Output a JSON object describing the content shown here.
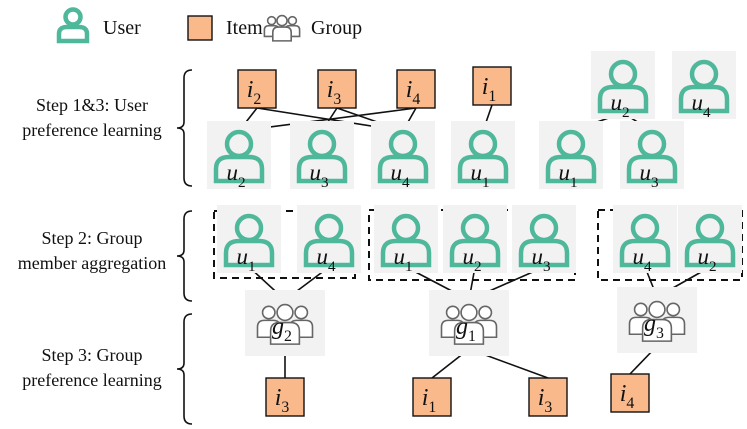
{
  "legend": [
    {
      "kind": "user",
      "label": "User"
    },
    {
      "kind": "item",
      "label": "Item"
    },
    {
      "kind": "group",
      "label": "Group"
    }
  ],
  "steps": [
    {
      "lines": [
        "Step 1&3: User",
        "preference learning"
      ]
    },
    {
      "lines": [
        "Step 2: Group",
        "member aggregation"
      ]
    },
    {
      "lines": [
        "Step 3: Group",
        "preference learning"
      ]
    }
  ],
  "colors": {
    "user": "#4fb89a",
    "item": "#f9b98a",
    "group": "#666666"
  },
  "nodes": [
    {
      "id": "a_i2",
      "kind": "item",
      "sym": "i",
      "sub": "2"
    },
    {
      "id": "a_i3",
      "kind": "item",
      "sym": "i",
      "sub": "3"
    },
    {
      "id": "a_i4",
      "kind": "item",
      "sym": "i",
      "sub": "4"
    },
    {
      "id": "a_i1",
      "kind": "item",
      "sym": "i",
      "sub": "1"
    },
    {
      "id": "a_u2",
      "kind": "user",
      "sym": "u",
      "sub": "2"
    },
    {
      "id": "a_u3",
      "kind": "user",
      "sym": "u",
      "sub": "3"
    },
    {
      "id": "a_u4",
      "kind": "user",
      "sym": "u",
      "sub": "4"
    },
    {
      "id": "a_u1",
      "kind": "user",
      "sym": "u",
      "sub": "1"
    },
    {
      "id": "b_u2",
      "kind": "user",
      "sym": "u",
      "sub": "2"
    },
    {
      "id": "b_u4",
      "kind": "user",
      "sym": "u",
      "sub": "4"
    },
    {
      "id": "b_u1",
      "kind": "user",
      "sym": "u",
      "sub": "1"
    },
    {
      "id": "b_u3",
      "kind": "user",
      "sym": "u",
      "sub": "3"
    },
    {
      "id": "m1_u1",
      "kind": "user",
      "sym": "u",
      "sub": "1"
    },
    {
      "id": "m1_u4",
      "kind": "user",
      "sym": "u",
      "sub": "4"
    },
    {
      "id": "m2_u1",
      "kind": "user",
      "sym": "u",
      "sub": "1"
    },
    {
      "id": "m2_u2",
      "kind": "user",
      "sym": "u",
      "sub": "2"
    },
    {
      "id": "m2_u3",
      "kind": "user",
      "sym": "u",
      "sub": "3"
    },
    {
      "id": "m3_u4",
      "kind": "user",
      "sym": "u",
      "sub": "4"
    },
    {
      "id": "m3_u2",
      "kind": "user",
      "sym": "u",
      "sub": "2"
    },
    {
      "id": "g2",
      "kind": "group",
      "sym": "g",
      "sub": "2"
    },
    {
      "id": "g1",
      "kind": "group",
      "sym": "g",
      "sub": "1"
    },
    {
      "id": "g3",
      "kind": "group",
      "sym": "g",
      "sub": "3"
    },
    {
      "id": "c_i3a",
      "kind": "item",
      "sym": "i",
      "sub": "3"
    },
    {
      "id": "c_i1",
      "kind": "item",
      "sym": "i",
      "sub": "1"
    },
    {
      "id": "c_i3b",
      "kind": "item",
      "sym": "i",
      "sub": "3"
    },
    {
      "id": "c_i4",
      "kind": "item",
      "sym": "i",
      "sub": "4"
    }
  ],
  "edges": [
    [
      "a_i2",
      "a_u2"
    ],
    [
      "a_i2",
      "a_u4"
    ],
    [
      "a_i3",
      "a_u3"
    ],
    [
      "a_i3",
      "a_u4"
    ],
    [
      "a_i4",
      "a_u2"
    ],
    [
      "a_i4",
      "a_u4"
    ],
    [
      "a_i1",
      "a_u1"
    ],
    [
      "b_u2",
      "b_u1"
    ],
    [
      "b_u2",
      "b_u3"
    ],
    [
      "m1_u1",
      "g2"
    ],
    [
      "m1_u4",
      "g2"
    ],
    [
      "m2_u1",
      "g1"
    ],
    [
      "m2_u2",
      "g1"
    ],
    [
      "m2_u3",
      "g1"
    ],
    [
      "m3_u4",
      "g3"
    ],
    [
      "m3_u2",
      "g3"
    ],
    [
      "g2",
      "c_i3a"
    ],
    [
      "g1",
      "c_i1"
    ],
    [
      "g1",
      "c_i3b"
    ],
    [
      "g3",
      "c_i4"
    ]
  ],
  "groups_boxed": [
    [
      "m1_u1",
      "m1_u4"
    ],
    [
      "m2_u1",
      "m2_u2",
      "m2_u3"
    ],
    [
      "m3_u4",
      "m3_u2"
    ]
  ]
}
